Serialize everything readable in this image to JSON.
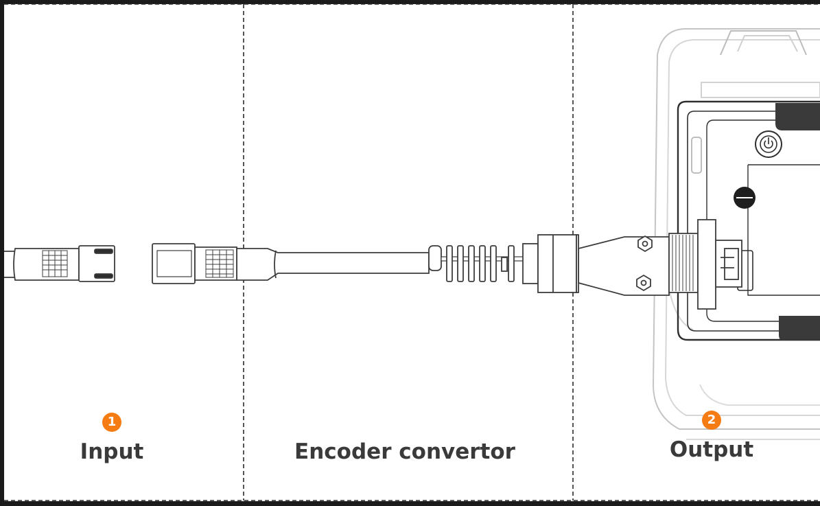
{
  "colors": {
    "accent": "#f57c12",
    "line": "#3c3c3c",
    "device_line": "#bdbdbd",
    "text": "#3a3a3a",
    "background": "#ffffff"
  },
  "sections": [
    {
      "step": "1",
      "label": "Input"
    },
    {
      "step": "",
      "label": "Encoder convertor"
    },
    {
      "step": "2",
      "label": "Output"
    }
  ]
}
